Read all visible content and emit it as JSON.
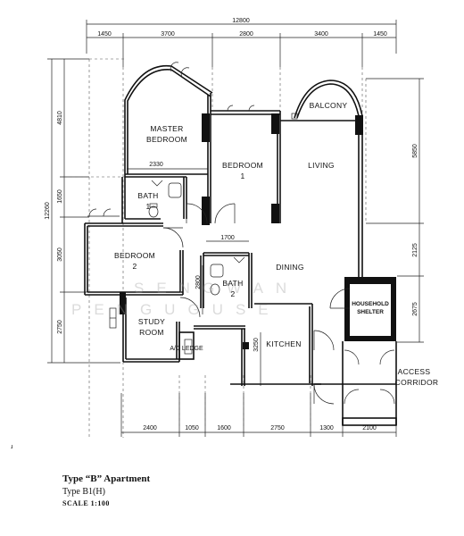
{
  "dimensions": {
    "top_total": "12800",
    "top": [
      "1450",
      "3700",
      "2800",
      "3400",
      "1450"
    ],
    "bottom": [
      "2400",
      "1050",
      "1600",
      "2750",
      "1300",
      "2100"
    ],
    "left_total": "12260",
    "left": [
      "4810",
      "1650",
      "3050",
      "2750"
    ],
    "right": [
      "5850",
      "2125",
      "2675"
    ],
    "inner_h": [
      "2330",
      "1700"
    ],
    "inner_v": [
      "2800",
      "3250"
    ]
  },
  "rooms": {
    "master_1": "MASTER",
    "master_2": "BEDROOM",
    "balcony": "BALCONY",
    "bedroom1_1": "BEDROOM",
    "bedroom1_2": "1",
    "living": "LIVING",
    "bath1_1": "BATH",
    "bath1_2": "1",
    "bedroom2_1": "BEDROOM",
    "bedroom2_2": "2",
    "dining": "DINING",
    "bath2_1": "BATH",
    "bath2_2": "2",
    "shelter_1": "HOUSEHOLD",
    "shelter_2": "SHELTER",
    "study_1": "STUDY",
    "study_2": "ROOM",
    "ac_ledge": "A/C LEDGE",
    "kitchen": "KITCHEN",
    "access_1": "ACCESS",
    "access_2": "CORRIDOR"
  },
  "watermark": {
    "line1": "SENGWAN",
    "line2": "PENGUGUSE"
  },
  "caption": {
    "title": "Type “B” Apartment",
    "type": "Type B1(H)",
    "scale": "SCALE 1:100"
  }
}
